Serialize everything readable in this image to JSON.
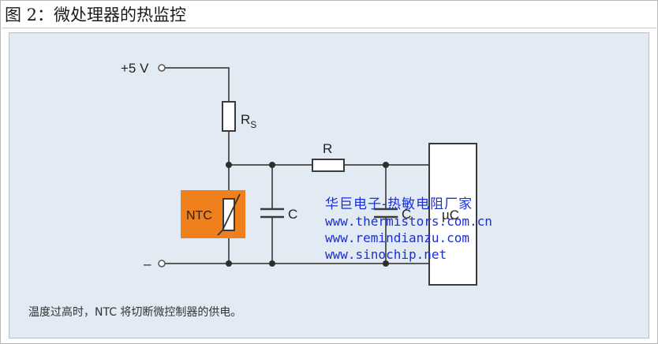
{
  "title": "图 2：微处理器的热监控",
  "caption": "温度过高时，NTC 将切断微控制器的供电。",
  "schematic": {
    "supply_label": "+5 V",
    "ground_label": "–",
    "rs_label": "R",
    "rs_subscript": "S",
    "r_label": "R",
    "c1_label": "C",
    "c2_label": "C",
    "ntc_label": "NTC",
    "uc_label": "µC"
  },
  "watermark": {
    "line1": "华巨电子-热敏电阻厂家",
    "line2": "www.thermistors.com.cn",
    "line3": "www.remindianzu.com",
    "line4": "www.sinochip.net"
  },
  "colors": {
    "ntc_box": "#f07f1d",
    "panel_bg": "#e2ebf3",
    "watermark": "#1a2fd8"
  }
}
